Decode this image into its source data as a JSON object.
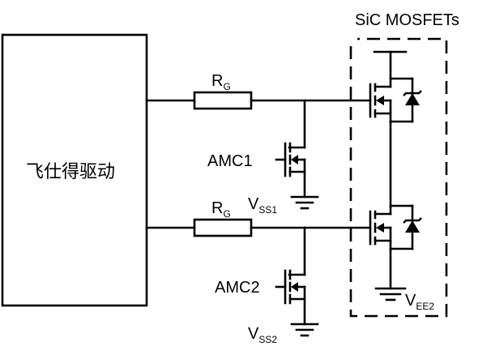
{
  "driver": {
    "label": "飞仕得驱动"
  },
  "group": {
    "title": "SiC MOSFETs"
  },
  "resistors": [
    {
      "name": "R",
      "subscript": "G"
    },
    {
      "name": "R",
      "subscript": "G"
    }
  ],
  "clamps": [
    {
      "label": "AMC1",
      "supply_name": "V",
      "supply_subscript": "SS1"
    },
    {
      "label": "AMC2",
      "supply_name": "V",
      "supply_subscript": "SS2"
    }
  ],
  "mosfet_ground": {
    "name": "V",
    "subscript": "EE2"
  },
  "colors": {
    "line": "#000000",
    "background": "#ffffff"
  }
}
